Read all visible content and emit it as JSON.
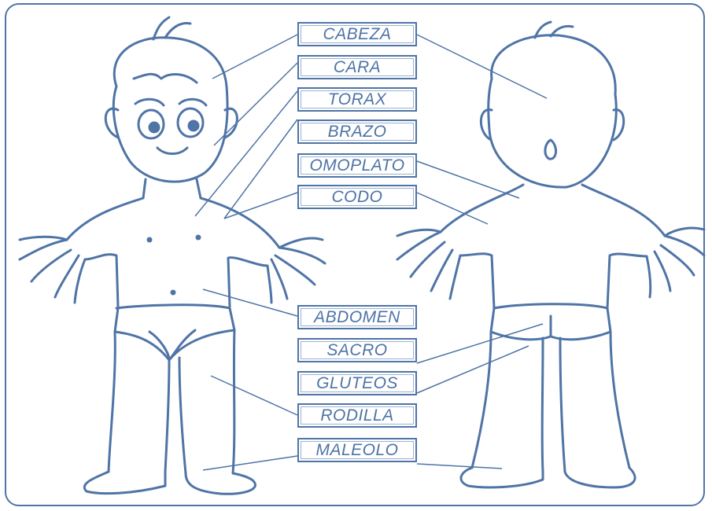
{
  "labels": [
    "CABEZA",
    "CARA",
    "TORAX",
    "BRAZO",
    "OMOPLATO",
    "CODO",
    "ABDOMEN",
    "SACRO",
    "GLUTEOS",
    "RODILLA",
    "MALEOLO"
  ],
  "line_color": "#4f74a6"
}
